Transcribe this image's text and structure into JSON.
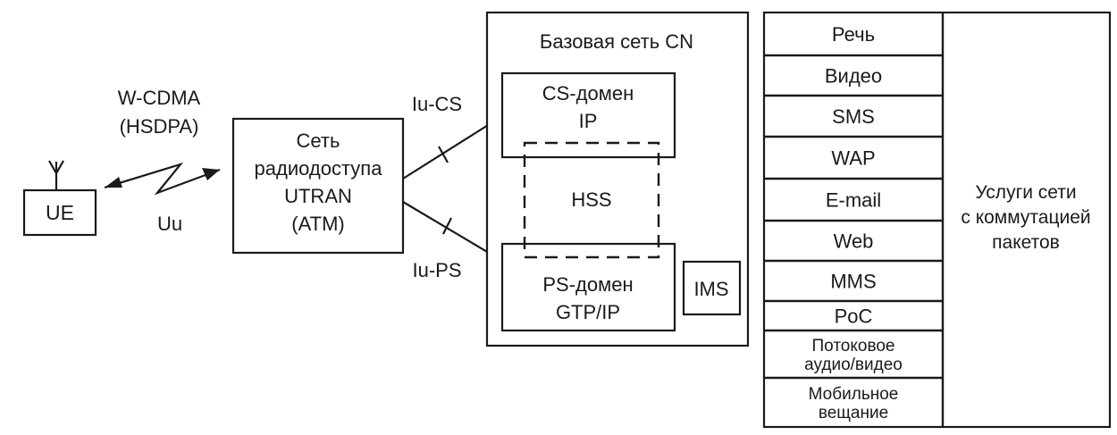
{
  "ue": {
    "label": "UE"
  },
  "air_interface": {
    "line1": "W-CDMA",
    "line2": "(HSDPA)",
    "label": "Uu"
  },
  "utran": {
    "line1": "Сеть",
    "line2": "радиодоступа",
    "line3": "UTRAN",
    "line4": "(ATM)"
  },
  "interfaces": {
    "iu_cs": "Iu-CS",
    "iu_ps": "Iu-PS"
  },
  "core": {
    "title": "Базовая сеть CN",
    "cs_domain": {
      "line1": "CS-домен",
      "line2": "IP"
    },
    "hss": "HSS",
    "ps_domain": {
      "line1": "PS-домен",
      "line2": "GTP/IP"
    },
    "ims": "IMS"
  },
  "services": {
    "items": [
      {
        "lines": [
          "Речь"
        ]
      },
      {
        "lines": [
          "Видео"
        ]
      },
      {
        "lines": [
          "SMS"
        ]
      },
      {
        "lines": [
          "WAP"
        ]
      },
      {
        "lines": [
          "E-mail"
        ]
      },
      {
        "lines": [
          "Web"
        ]
      },
      {
        "lines": [
          "MMS"
        ]
      },
      {
        "lines": [
          "PoC"
        ]
      },
      {
        "lines": [
          "Потоковое",
          "аудио/видео"
        ]
      },
      {
        "lines": [
          "Мобильное",
          "вещание"
        ]
      }
    ],
    "group_label": {
      "line1": "Услуги сети",
      "line2": "с коммутацией",
      "line3": "пакетов"
    }
  }
}
